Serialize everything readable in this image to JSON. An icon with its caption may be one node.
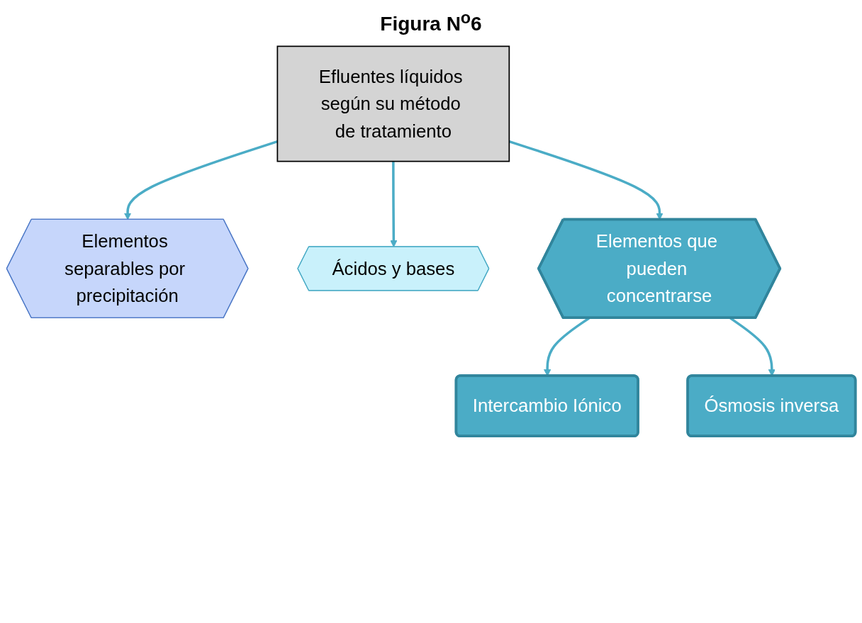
{
  "diagram": {
    "title": "Figura N$^{o}$6",
    "nodes": [
      {
        "text": [
          "Efluentes líquidos según su método de tratamiento"
        ]
      },
      {
        "text": [
          "Elementos separables por precipitación"
        ]
      },
      {
        "text": [
          "Ácidos y bases"
        ]
      },
      {
        "text": [
          "Elementos que pueden concentrarse"
        ]
      },
      {
        "text": [
          "Intercambio Iónico"
        ]
      },
      {
        "text": [
          "Ósmosis inversa"
        ]
      }
    ],
    "edges": [
      {
        "from": 0,
        "to": 1,
        "arrow": "to"
      },
      {
        "from": 0,
        "to": 2,
        "arrow": "to"
      },
      {
        "from": 0,
        "to": 3,
        "arrow": "to"
      },
      {
        "from": 3,
        "to": 4,
        "arrow": "to"
      },
      {
        "from": 3,
        "to": 5,
        "arrow": "to"
      }
    ]
  }
}
